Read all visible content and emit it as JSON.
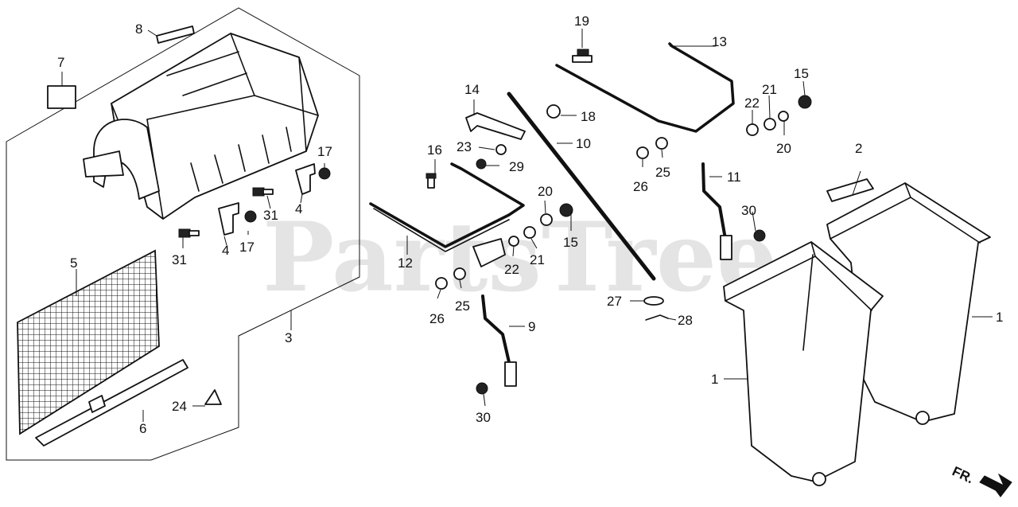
{
  "watermark": "PartsTree",
  "direction_label": "FR.",
  "callouts": [
    {
      "id": "c1a",
      "text": "1"
    },
    {
      "id": "c1b",
      "text": "1"
    },
    {
      "id": "c2",
      "text": "2"
    },
    {
      "id": "c3",
      "text": "3"
    },
    {
      "id": "c4a",
      "text": "4"
    },
    {
      "id": "c4b",
      "text": "4"
    },
    {
      "id": "c5",
      "text": "5"
    },
    {
      "id": "c6",
      "text": "6"
    },
    {
      "id": "c7",
      "text": "7"
    },
    {
      "id": "c8",
      "text": "8"
    },
    {
      "id": "c9",
      "text": "9"
    },
    {
      "id": "c10",
      "text": "10"
    },
    {
      "id": "c11",
      "text": "11"
    },
    {
      "id": "c12",
      "text": "12"
    },
    {
      "id": "c13",
      "text": "13"
    },
    {
      "id": "c14",
      "text": "14"
    },
    {
      "id": "c15a",
      "text": "15"
    },
    {
      "id": "c15b",
      "text": "15"
    },
    {
      "id": "c16",
      "text": "16"
    },
    {
      "id": "c17a",
      "text": "17"
    },
    {
      "id": "c17b",
      "text": "17"
    },
    {
      "id": "c18",
      "text": "18"
    },
    {
      "id": "c19",
      "text": "19"
    },
    {
      "id": "c20a",
      "text": "20"
    },
    {
      "id": "c20b",
      "text": "20"
    },
    {
      "id": "c21a",
      "text": "21"
    },
    {
      "id": "c21b",
      "text": "21"
    },
    {
      "id": "c22a",
      "text": "22"
    },
    {
      "id": "c22b",
      "text": "22"
    },
    {
      "id": "c23",
      "text": "23"
    },
    {
      "id": "c24",
      "text": "24"
    },
    {
      "id": "c25a",
      "text": "25"
    },
    {
      "id": "c25b",
      "text": "25"
    },
    {
      "id": "c26a",
      "text": "26"
    },
    {
      "id": "c26b",
      "text": "26"
    },
    {
      "id": "c27",
      "text": "27"
    },
    {
      "id": "c28",
      "text": "28"
    },
    {
      "id": "c29",
      "text": "29"
    },
    {
      "id": "c30a",
      "text": "30"
    },
    {
      "id": "c30b",
      "text": "30"
    },
    {
      "id": "c31a",
      "text": "31"
    },
    {
      "id": "c31b",
      "text": "31"
    }
  ]
}
